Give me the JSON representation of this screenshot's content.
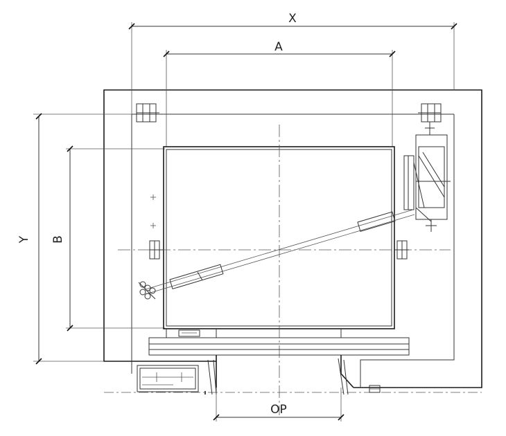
{
  "dimensions": {
    "x_label": "X",
    "a_label": "A",
    "y_label": "Y",
    "b_label": "B",
    "op_label": "OP"
  },
  "colors": {
    "line": "#1a1a1a",
    "background": "#ffffff"
  }
}
